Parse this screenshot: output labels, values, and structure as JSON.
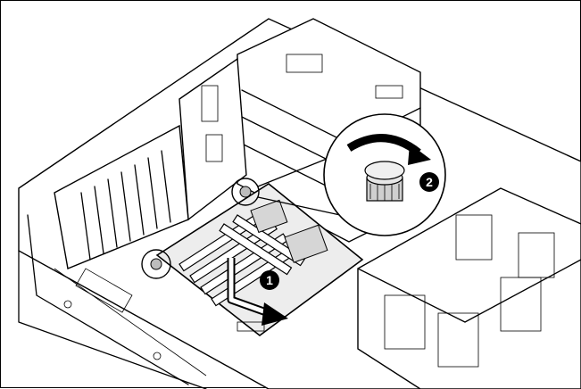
{
  "callouts": [
    {
      "number": "1",
      "action": "slide-board"
    },
    {
      "number": "2",
      "action": "turn-thumbscrew"
    }
  ],
  "colors": {
    "line": "#000000",
    "board_fill": "#ededed",
    "heatsink_fill": "#d6d6d6",
    "callout_fill": "#000000",
    "callout_text": "#ffffff",
    "background": "#ffffff"
  },
  "icons": [
    "thumbscrew-icon",
    "arrow-icon",
    "rotation-arrow-icon"
  ]
}
